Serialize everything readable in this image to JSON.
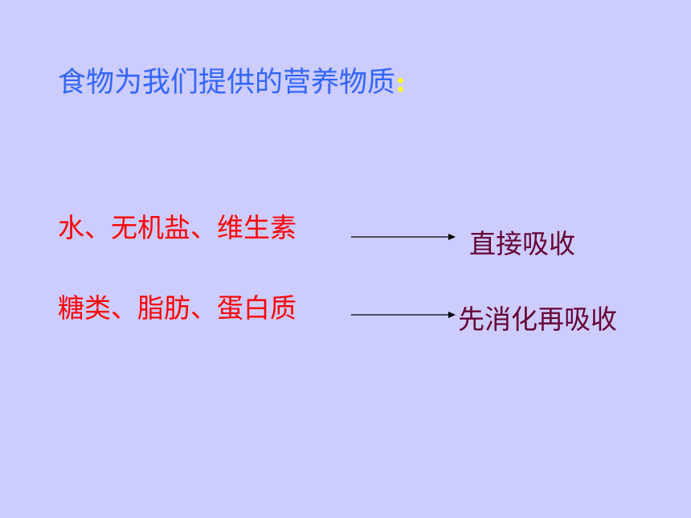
{
  "title": {
    "text": "食物为我们提供的营养物质",
    "colon": ":",
    "color": "#3366ff",
    "colon_color": "#ffff00"
  },
  "rows": [
    {
      "left": "水、无机盐、维生素",
      "right": "直接吸收"
    },
    {
      "left": "糖类、脂肪、蛋白质",
      "right": "先消化再吸收"
    }
  ],
  "colors": {
    "background": "#ccccff",
    "left_text": "#ff0000",
    "right_text": "#660033",
    "arrow": "#000000"
  }
}
